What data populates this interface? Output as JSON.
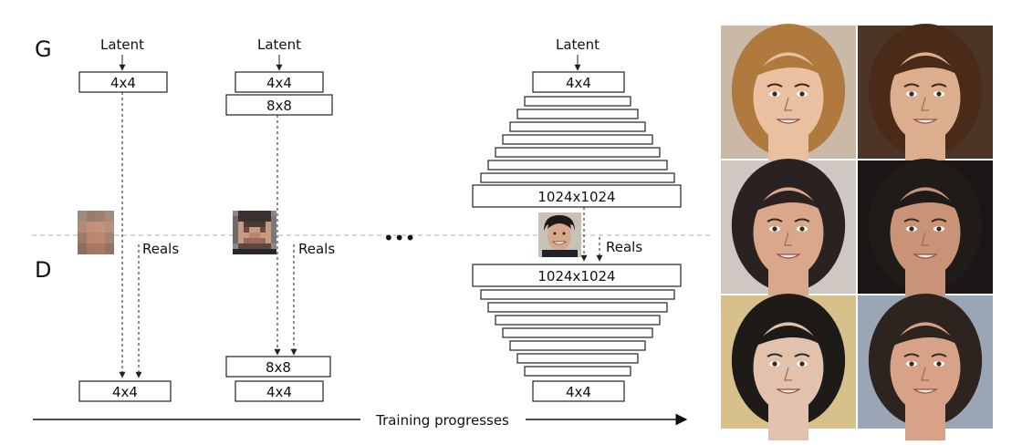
{
  "generator_label": "G",
  "discriminator_label": "D",
  "latent_label": "Latent",
  "reals_label": "Reals",
  "training_label": "Training progresses",
  "ellipsis": "•••",
  "stages": [
    {
      "generator_blocks": [
        "4x4"
      ],
      "discriminator_blocks": [
        "4x4"
      ]
    },
    {
      "generator_blocks": [
        "4x4",
        "8x8"
      ],
      "discriminator_blocks": [
        "8x8",
        "4x4"
      ]
    },
    {
      "generator_blocks": [
        "4x4",
        "",
        "",
        "",
        "",
        "",
        "",
        "",
        "1024x1024"
      ],
      "discriminator_blocks": [
        "1024x1024",
        "",
        "",
        "",
        "",
        "",
        "",
        "",
        "4x4"
      ]
    }
  ],
  "colors": {
    "stroke": "#222222",
    "separator": "#bfbfbf"
  },
  "sample_grid": {
    "rows": 3,
    "columns": 2
  },
  "sample_faces": [
    {
      "hair": "#b07a3f",
      "skin": "#e9c1a0",
      "bg": "#c9b9a6"
    },
    {
      "hair": "#4a2a18",
      "skin": "#dcae8e",
      "bg": "#4d3526"
    },
    {
      "hair": "#2a2220",
      "skin": "#d9a78a",
      "bg": "#cfc7c2"
    },
    {
      "hair": "#1f1b18",
      "skin": "#c99378",
      "bg": "#1b1615"
    },
    {
      "hair": "#1e1a18",
      "skin": "#e2c2ac",
      "bg": "#d8c08a"
    },
    {
      "hair": "#2d241f",
      "skin": "#d7a287",
      "bg": "#9aa6b3"
    }
  ]
}
